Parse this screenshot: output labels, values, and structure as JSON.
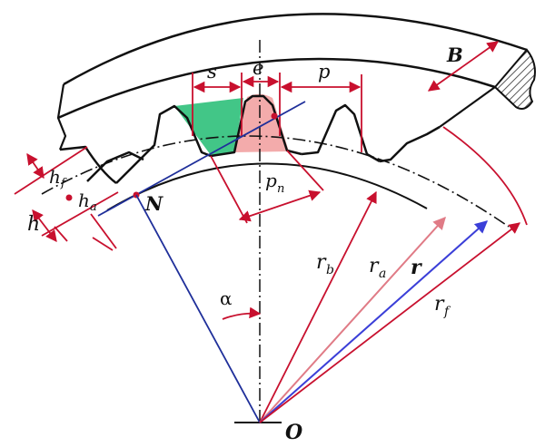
{
  "diagram": {
    "labels": {
      "s": "s",
      "e": "e",
      "p": "p",
      "B": "B",
      "hf": "h",
      "hf_sub": "f",
      "ha": "h",
      "ha_sub": "a",
      "h": "h",
      "N": "N",
      "pn": "p",
      "pn_sub": "n",
      "alpha": "α",
      "rb": "r",
      "rb_sub": "b",
      "ra": "r",
      "ra_sub": "a",
      "r": "r",
      "rf": "r",
      "rf_sub": "f",
      "O": "O"
    },
    "colors": {
      "outline": "#111111",
      "dimension": "#c8102e",
      "pressure_line": "#1f2f9a",
      "pitch_radius": "#3b3fd8",
      "addendum_radius": "#e07b86",
      "tooth_space_fill": "#2ec07a",
      "tooth_fill": "#f2a6a6",
      "hatch": "#555555"
    }
  }
}
